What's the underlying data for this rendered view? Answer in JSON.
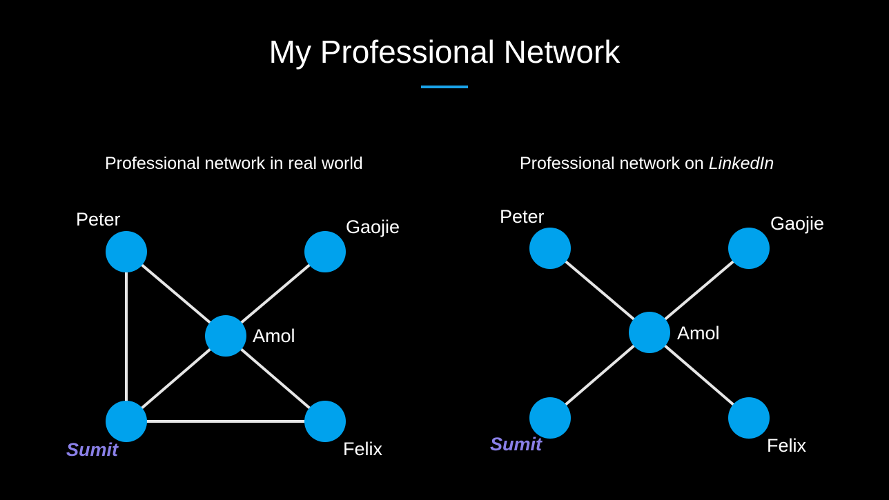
{
  "title": "My Professional Network",
  "accent_color": "#1aa3e8",
  "node_color": "#00a2ed",
  "edge_color": "#e6e6e6",
  "highlight_color": "#8a80e8",
  "left_panel": {
    "subtitle": "Professional network in real world",
    "nodes": [
      "Peter",
      "Gaojie",
      "Amol",
      "Sumit",
      "Felix"
    ],
    "edges": [
      [
        "Peter",
        "Sumit"
      ],
      [
        "Peter",
        "Amol"
      ],
      [
        "Gaojie",
        "Amol"
      ],
      [
        "Amol",
        "Sumit"
      ],
      [
        "Amol",
        "Felix"
      ],
      [
        "Sumit",
        "Felix"
      ]
    ]
  },
  "right_panel": {
    "subtitle_prefix": "Professional network on ",
    "subtitle_emphasis": "LinkedIn",
    "nodes": [
      "Peter",
      "Gaojie",
      "Amol",
      "Sumit",
      "Felix"
    ],
    "edges": [
      [
        "Peter",
        "Amol"
      ],
      [
        "Gaojie",
        "Amol"
      ],
      [
        "Amol",
        "Sumit"
      ],
      [
        "Amol",
        "Felix"
      ]
    ]
  }
}
